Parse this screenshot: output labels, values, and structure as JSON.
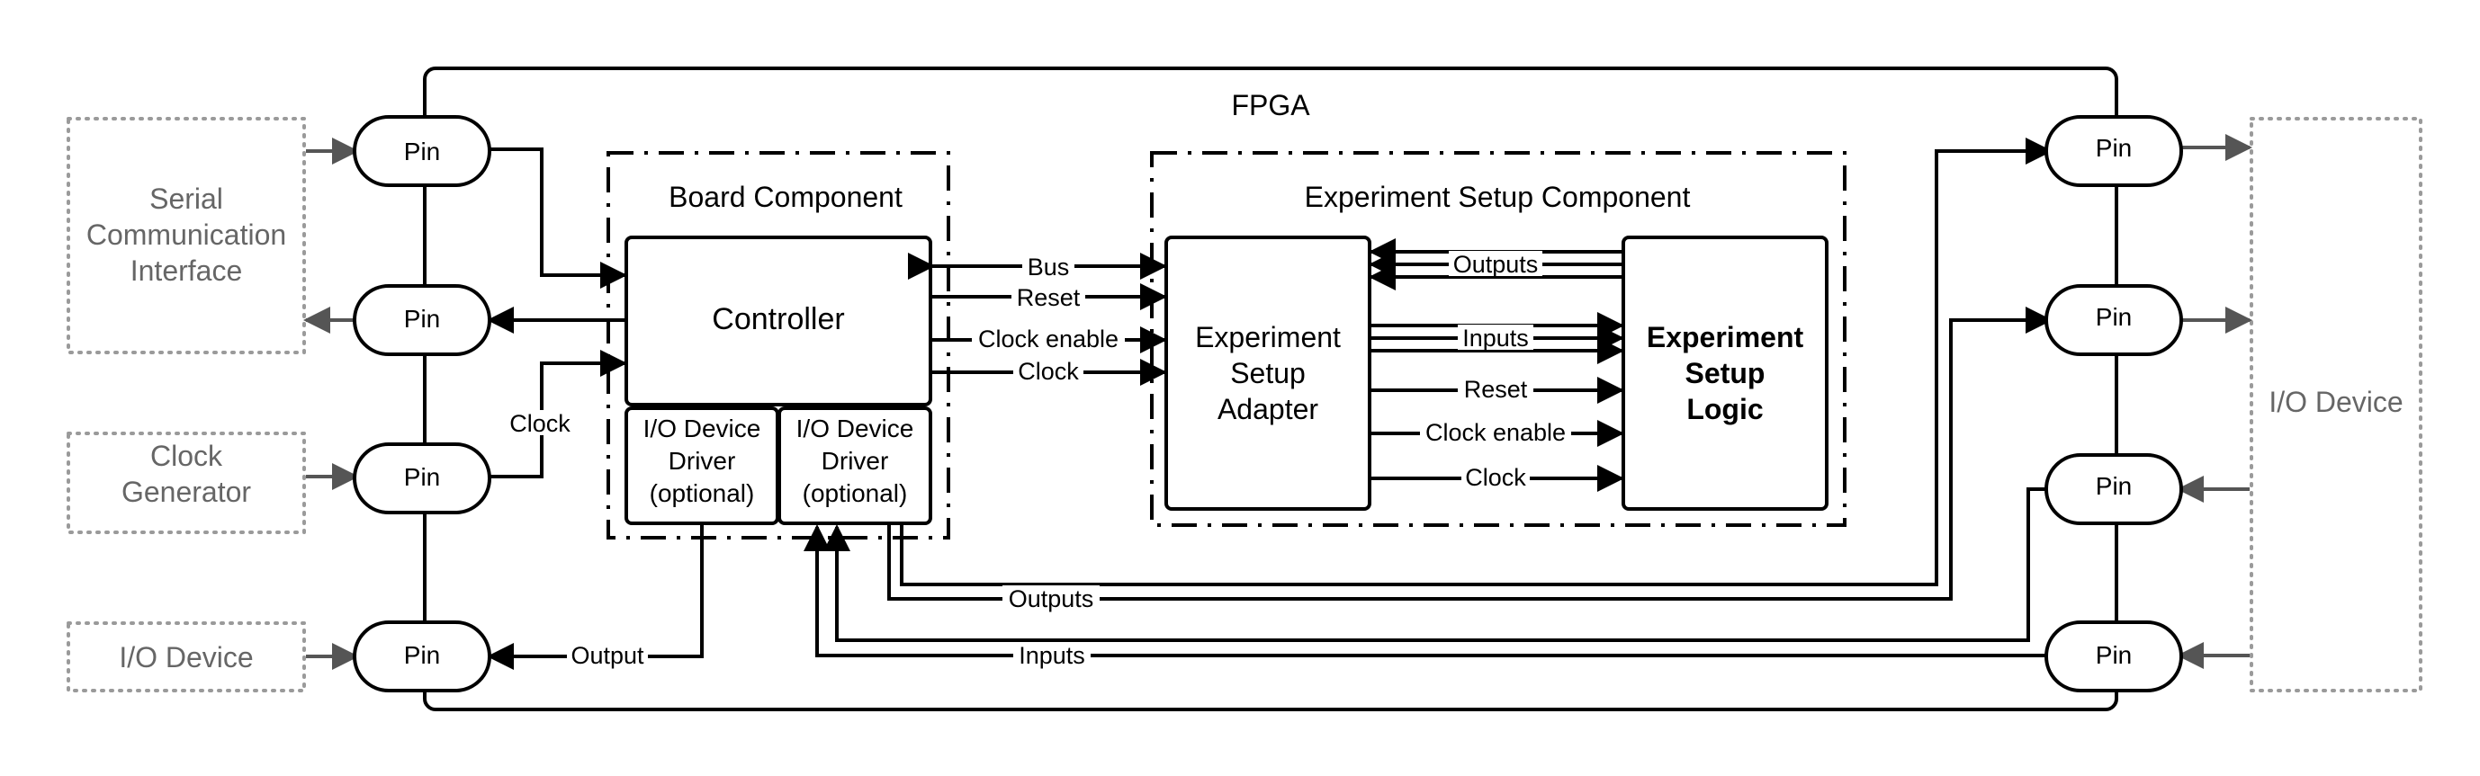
{
  "fpga_label": "FPGA",
  "external": {
    "serial": [
      "Serial",
      "Communication",
      "Interface"
    ],
    "clock_gen": [
      "Clock",
      "Generator"
    ],
    "io_left": "I/O Device",
    "io_right": "I/O Device"
  },
  "pin_label": "Pin",
  "board": {
    "title": "Board Component",
    "controller": "Controller",
    "driver1": [
      "I/O Device",
      "Driver",
      "(optional)"
    ],
    "driver2": [
      "I/O Device",
      "Driver",
      "(optional)"
    ]
  },
  "experiment": {
    "title": "Experiment Setup Component",
    "adapter": [
      "Experiment",
      "Setup",
      "Adapter"
    ],
    "logic": [
      "Experiment",
      "Setup",
      "Logic"
    ]
  },
  "signals": {
    "bus": "Bus",
    "reset": "Reset",
    "clock_enable": "Clock enable",
    "clock": "Clock",
    "outputs": "Outputs",
    "inputs": "Inputs",
    "output": "Output"
  }
}
